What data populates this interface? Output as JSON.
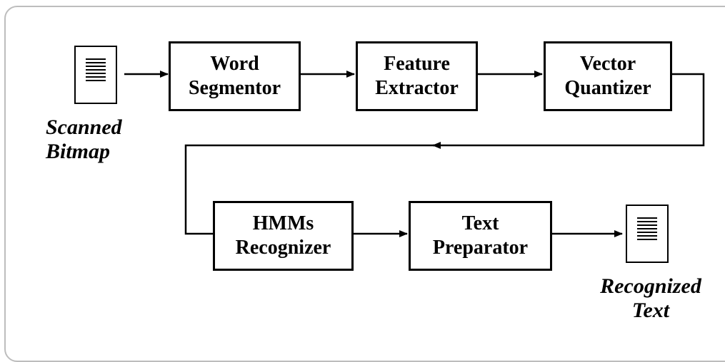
{
  "diagram": {
    "input": {
      "caption_line1": "Scanned",
      "caption_line2": "Bitmap"
    },
    "output": {
      "caption_line1": "Recognized",
      "caption_line2": "Text"
    },
    "stages": [
      {
        "id": "word-segmentor",
        "label": "Word\nSegmentor"
      },
      {
        "id": "feature-extractor",
        "label": "Feature\nExtractor"
      },
      {
        "id": "vector-quantizer",
        "label": "Vector\nQuantizer"
      },
      {
        "id": "hmms-recognizer",
        "label": "HMMs\nRecognizer"
      },
      {
        "id": "text-preparator",
        "label": "Text\nPreparator"
      }
    ]
  }
}
